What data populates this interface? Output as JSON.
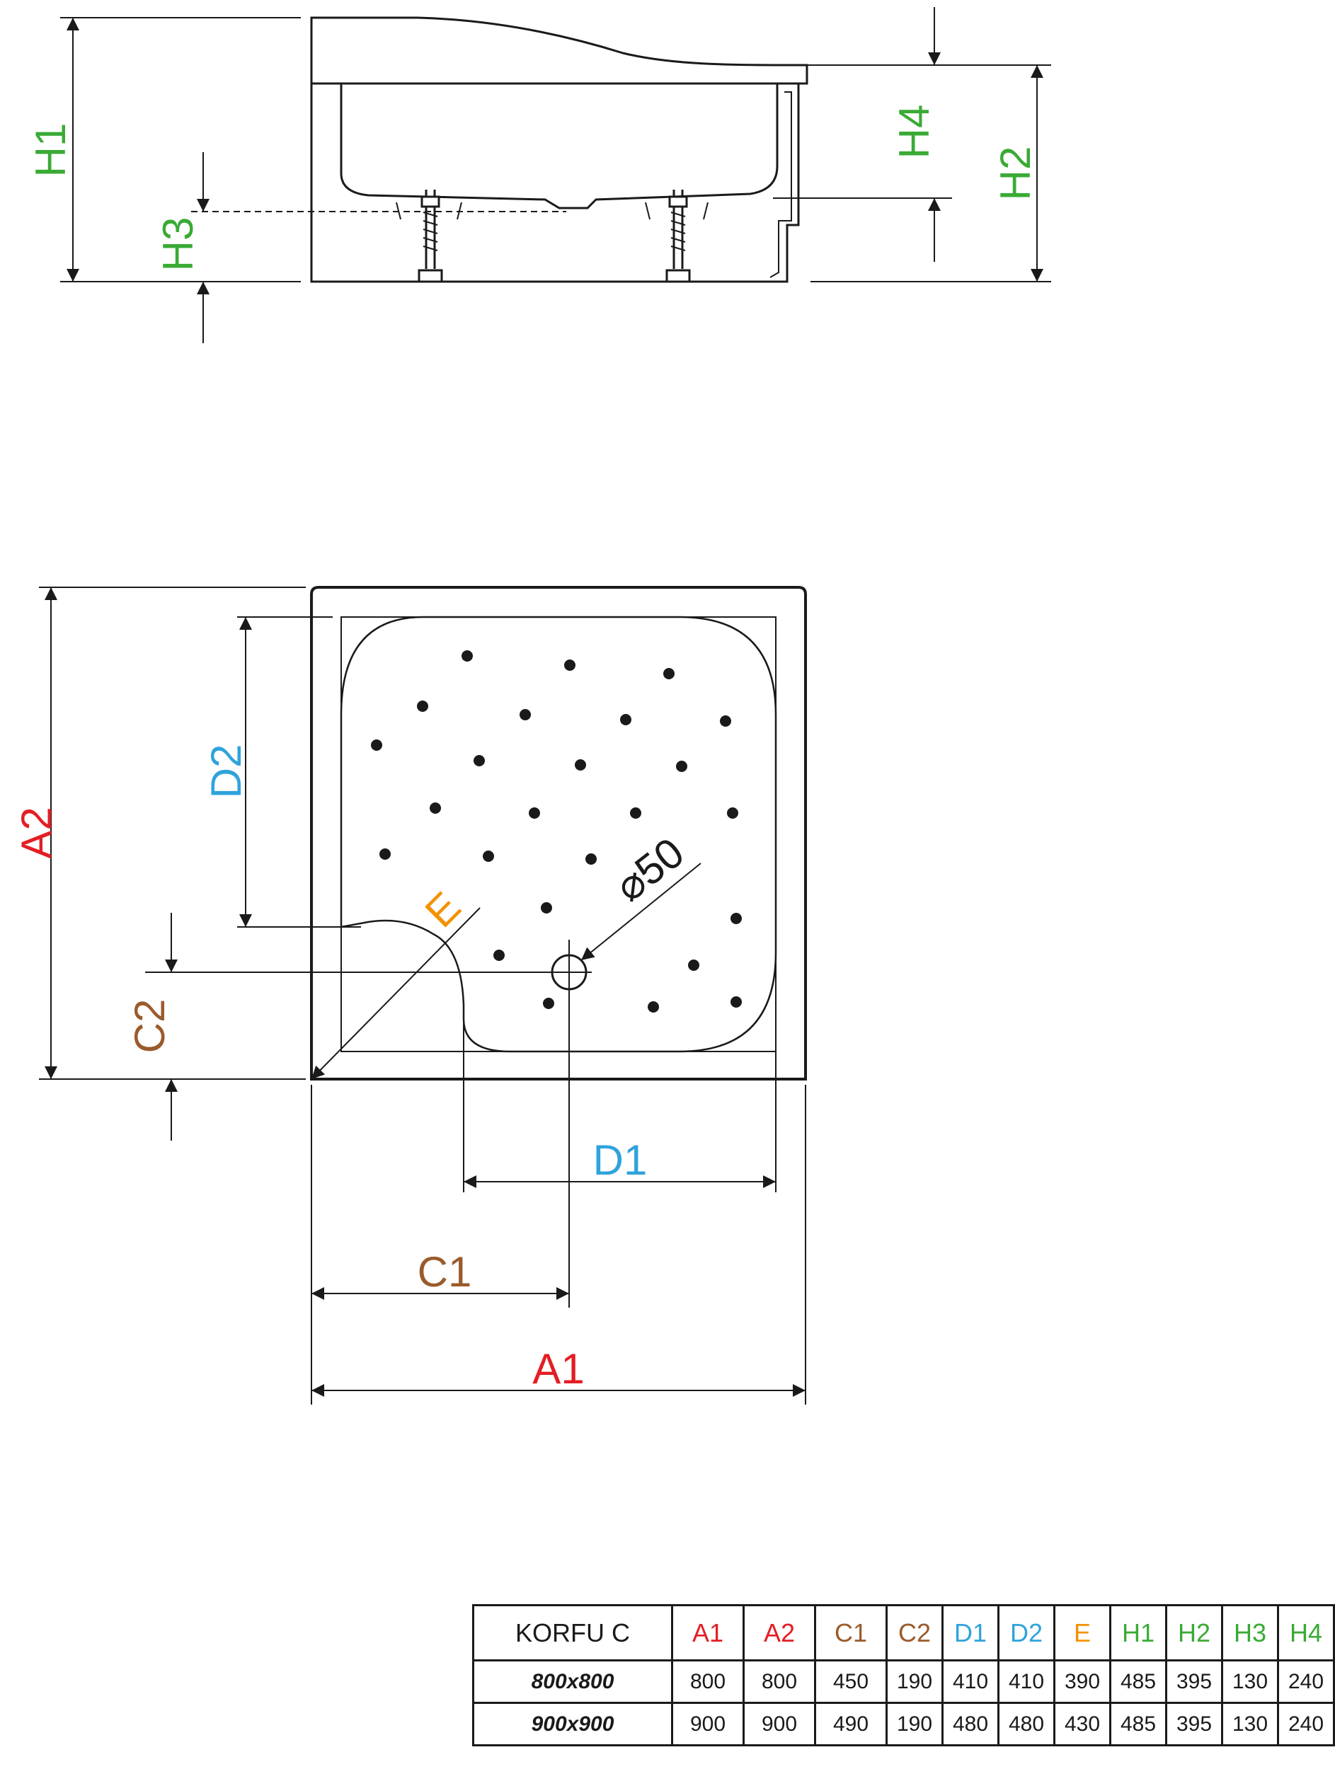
{
  "labels": {
    "H1": "H1",
    "H2": "H2",
    "H3": "H3",
    "H4": "H4",
    "A1": "A1",
    "A2": "A2",
    "C1": "C1",
    "C2": "C2",
    "D1": "D1",
    "D2": "D2",
    "E": "E",
    "drain": "⌀50"
  },
  "colors": {
    "A": "#e31e24",
    "C": "#9a5b2b",
    "D": "#2fa3dc",
    "E": "#f39200",
    "H": "#3aaa35",
    "line": "#1a1a1a"
  },
  "table": {
    "title": "KORFU C",
    "headers": [
      "A1",
      "A2",
      "C1",
      "C2",
      "D1",
      "D2",
      "E",
      "H1",
      "H2",
      "H3",
      "H4"
    ],
    "rows": [
      {
        "model": "800x800",
        "values": [
          "800",
          "800",
          "450",
          "190",
          "410",
          "410",
          "390",
          "485",
          "395",
          "130",
          "240"
        ]
      },
      {
        "model": "900x900",
        "values": [
          "900",
          "900",
          "490",
          "190",
          "480",
          "480",
          "430",
          "485",
          "395",
          "130",
          "240"
        ]
      }
    ]
  }
}
